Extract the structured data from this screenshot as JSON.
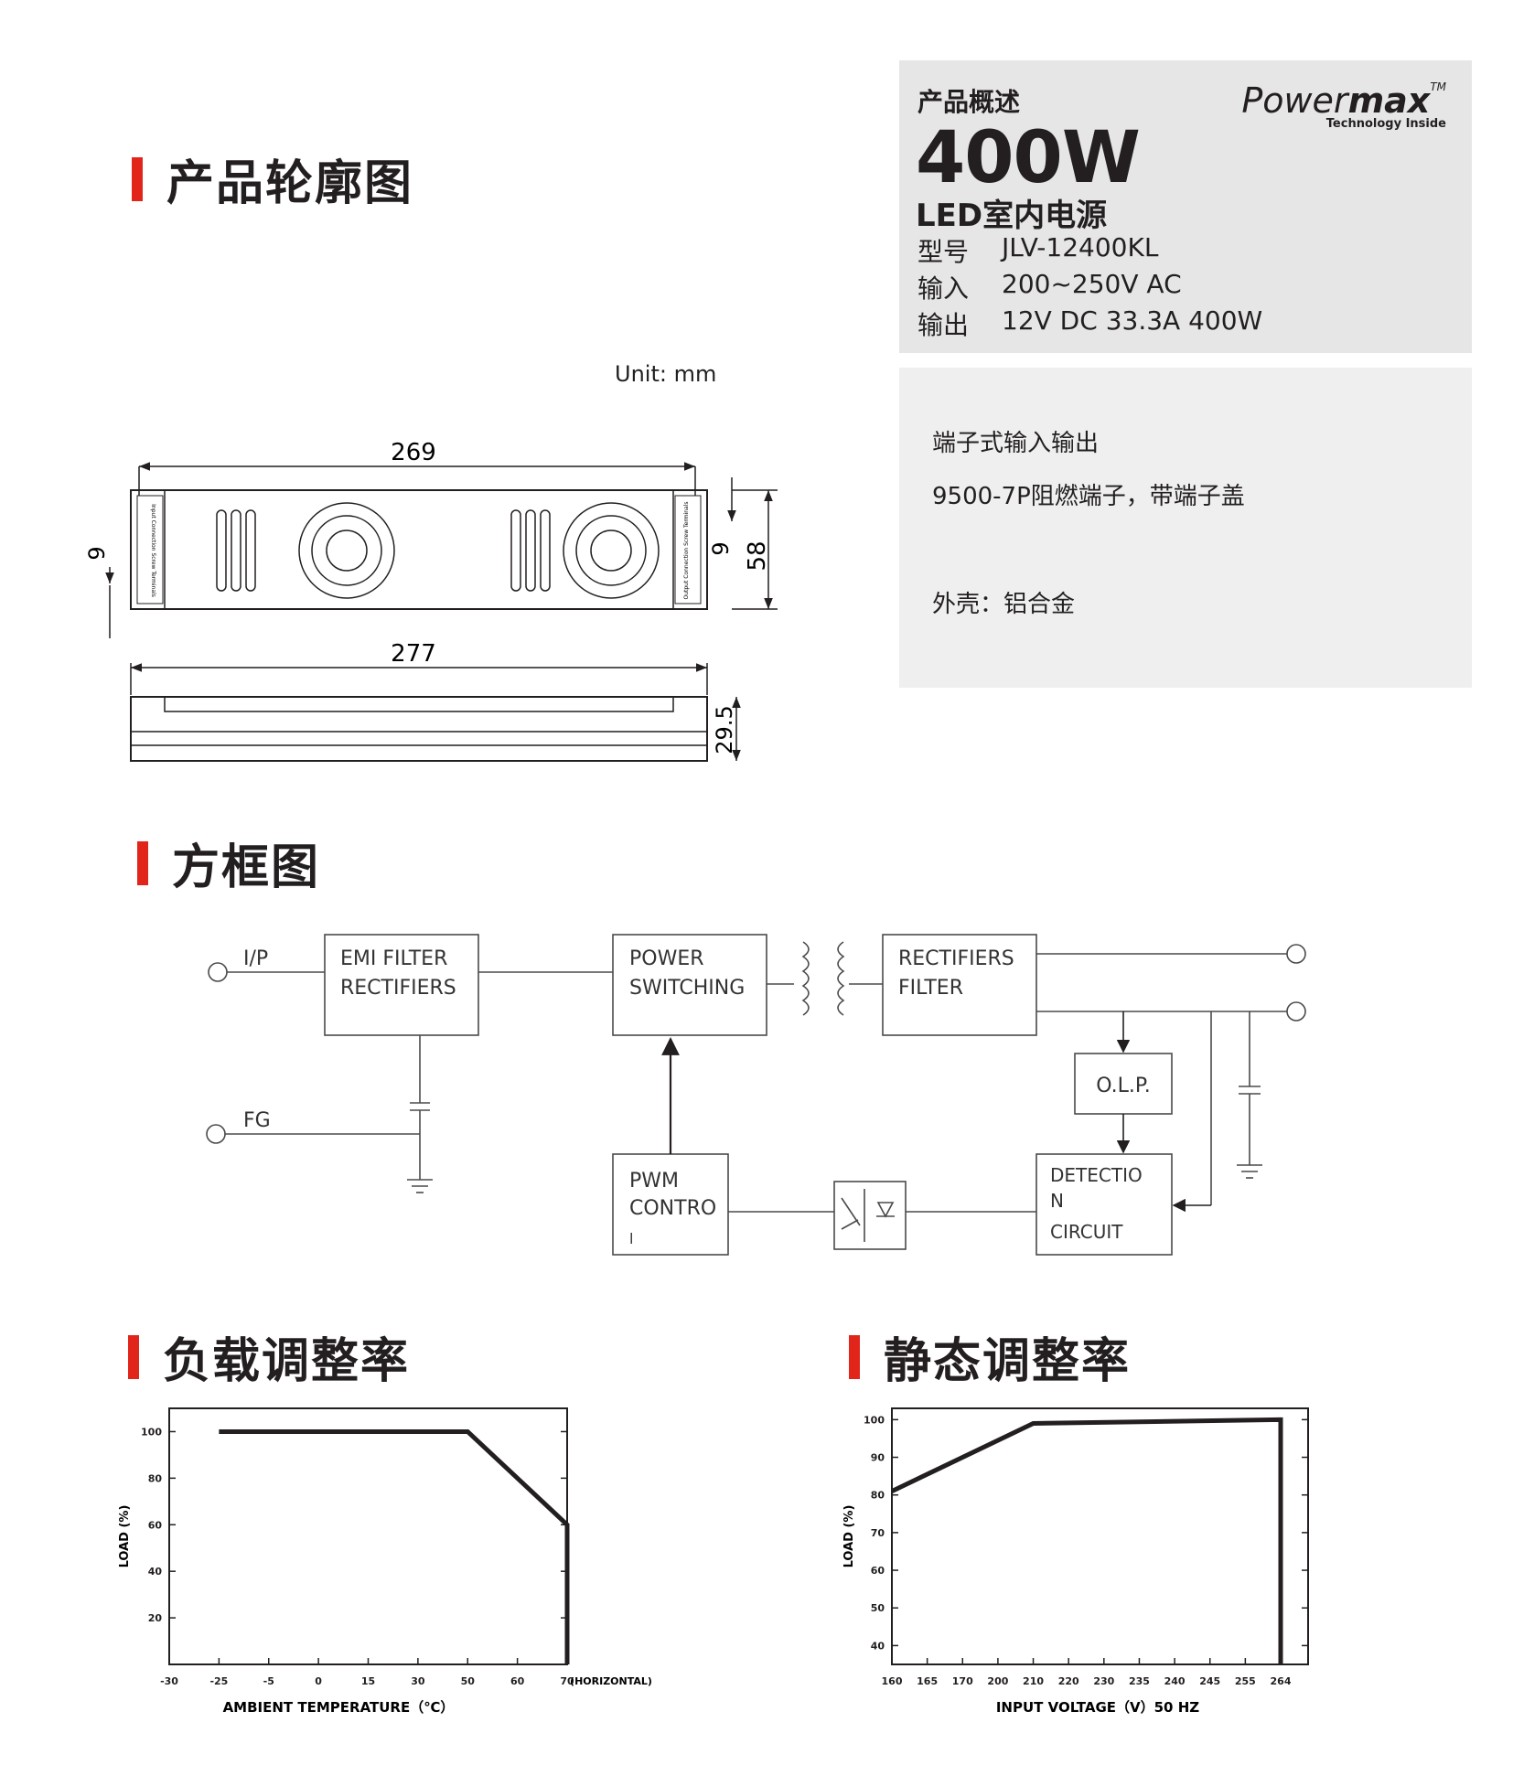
{
  "sections": {
    "outline": "产品轮廓图",
    "block": "方框图",
    "load": "负载调整率",
    "static": "静态调整率"
  },
  "overview": {
    "heading": "产品概述",
    "power": "400W",
    "type": "LED室内电源",
    "rows": [
      {
        "key": "型号",
        "value": "JLV-12400KL"
      },
      {
        "key": "输入",
        "value": "200~250V AC"
      },
      {
        "key": "输出",
        "value": "12V DC 33.3A 400W"
      }
    ],
    "brand": {
      "pre": "Power",
      "bold": "max",
      "tm": "TM",
      "tagline": "Technology Inside"
    }
  },
  "features": [
    "端子式输入输出",
    "9500-7P阻燃端子，带端子盖",
    "外壳：铝合金"
  ],
  "drawing": {
    "unit": "Unit: mm",
    "dims": {
      "length_top": "269",
      "length_side": "277",
      "height": "58",
      "hole_left": "9",
      "hole_right": "9",
      "thickness": "29.5"
    },
    "terminal_left": "Input Connection Screw Terminals",
    "terminal_right": "Output Connection Screw Terminals"
  },
  "block": {
    "ip": "I/P",
    "fg": "FG",
    "emi": [
      "EMI FILTER",
      "RECTIFIERS"
    ],
    "power": [
      "POWER",
      "SWITCHING"
    ],
    "rect": [
      "RECTIFIERS",
      "FILTER"
    ],
    "olp": "O.L.P.",
    "det": [
      "DETECTIO",
      "N",
      "CIRCUIT"
    ],
    "pwm": [
      "PWM",
      "CONTRO",
      "l"
    ]
  },
  "chart_data": [
    {
      "type": "line",
      "title": "负载调整率",
      "xlabel": "AMBIENT TEMPERATURE（℃）",
      "ylabel": "LOAD (%)",
      "x_extra_label": "(HORIZONTAL)",
      "xticks": [
        "-30",
        "-25",
        "-5",
        "0",
        "15",
        "30",
        "50",
        "60",
        "70"
      ],
      "yticks": [
        "20",
        "40",
        "60",
        "80",
        "100"
      ],
      "ylim": [
        0,
        110
      ],
      "series": [
        {
          "points": [
            [
              -25,
              100
            ],
            [
              50,
              100
            ],
            [
              70,
              60
            ],
            [
              70,
              0
            ]
          ]
        }
      ]
    },
    {
      "type": "line",
      "title": "静态调整率",
      "xlabel": "INPUT VOLTAGE（V）50 HZ",
      "ylabel": "LOAD (%)",
      "xticks": [
        "160",
        "165",
        "170",
        "200",
        "210",
        "220",
        "230",
        "235",
        "240",
        "245",
        "255",
        "264"
      ],
      "yticks": [
        "40",
        "50",
        "60",
        "70",
        "80",
        "90",
        "100"
      ],
      "ylim": [
        35,
        100
      ],
      "series": [
        {
          "points": [
            [
              160,
              81
            ],
            [
              210,
              99
            ],
            [
              264,
              100
            ],
            [
              264,
              35
            ]
          ]
        }
      ]
    }
  ]
}
